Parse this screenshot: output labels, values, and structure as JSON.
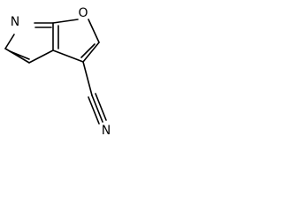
{
  "molecule": {
    "atoms": {
      "n_ring": "N",
      "o_ring": "O",
      "n_nitrile": "N"
    }
  }
}
